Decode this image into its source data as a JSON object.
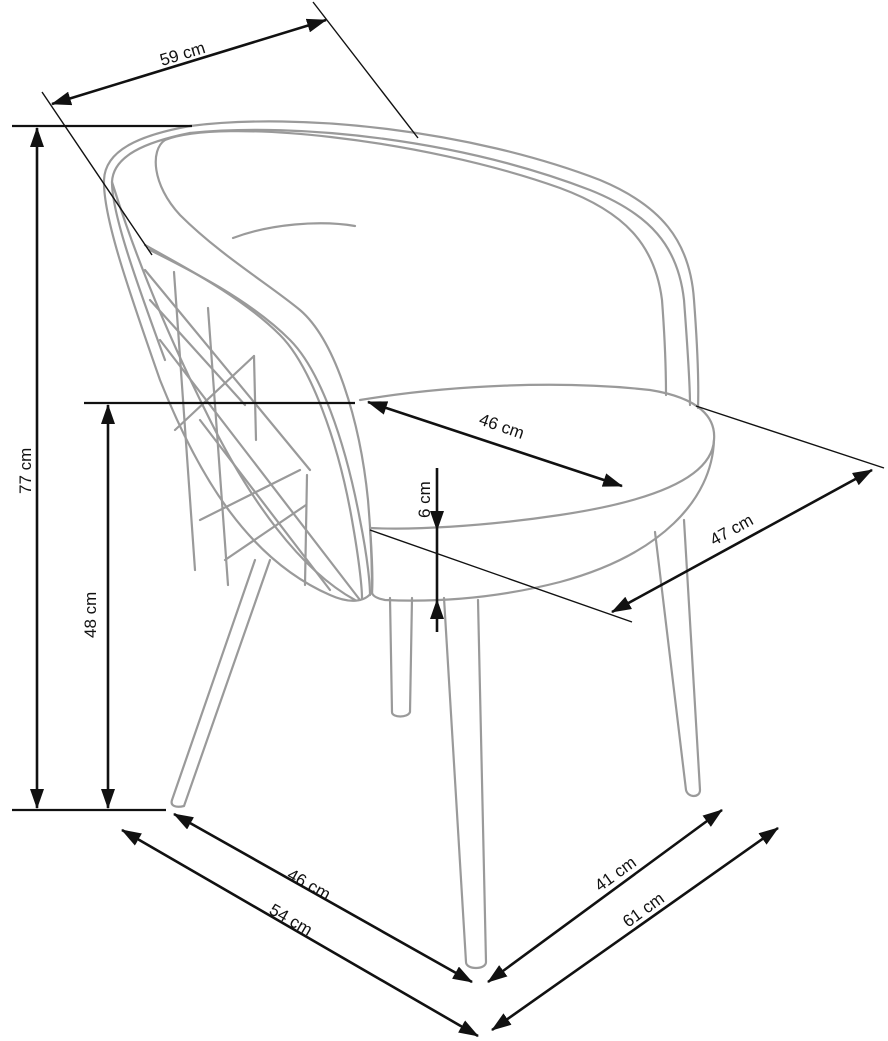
{
  "diagram": {
    "subject": "armchair dimension drawing",
    "colors": {
      "chair_outline": "#9a9a9a",
      "dimension_lines": "#111111",
      "background": "#ffffff"
    },
    "dimensions": {
      "top_width": {
        "label": "59 cm"
      },
      "total_height": {
        "label": "77 cm"
      },
      "seat_height": {
        "label": "48 cm"
      },
      "seat_width": {
        "label": "46 cm"
      },
      "seat_thickness": {
        "label": "6 cm"
      },
      "seat_depth": {
        "label": "47 cm"
      },
      "leg_span_front": {
        "label": "46 cm"
      },
      "overall_width": {
        "label": "54 cm"
      },
      "leg_span_side": {
        "label": "41 cm"
      },
      "overall_depth": {
        "label": "61 cm"
      }
    }
  }
}
